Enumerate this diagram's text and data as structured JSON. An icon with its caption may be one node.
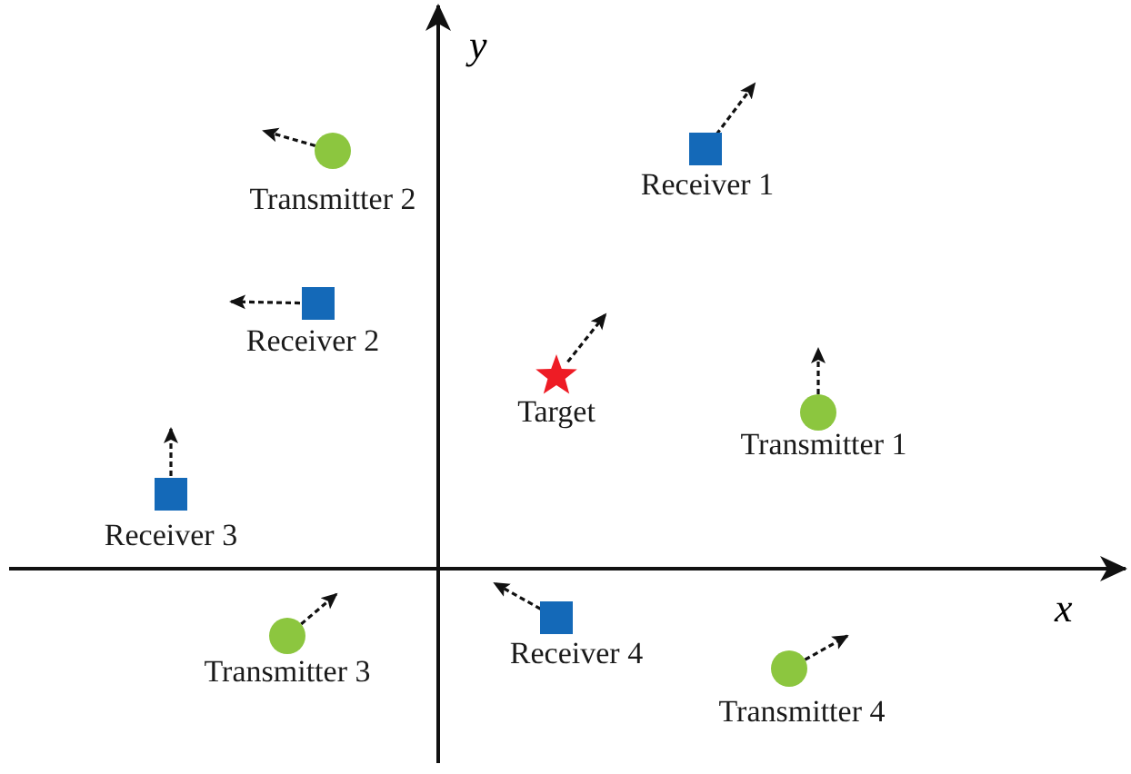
{
  "diagram": {
    "nodes": [
      {
        "text": [
          "Receiver 1"
        ]
      },
      {
        "text": [
          "Transmitter 2"
        ]
      },
      {
        "text": [
          "Receiver 2"
        ]
      },
      {
        "text": [
          "Target"
        ]
      },
      {
        "text": [
          "Transmitter 1"
        ]
      },
      {
        "text": [
          "Receiver 3"
        ]
      },
      {
        "text": [
          "Transmitter 3"
        ]
      },
      {
        "text": [
          "Receiver 4"
        ]
      },
      {
        "text": [
          "Transmitter 4"
        ]
      }
    ],
    "edges": [],
    "labels": [
      "y",
      "x"
    ]
  }
}
